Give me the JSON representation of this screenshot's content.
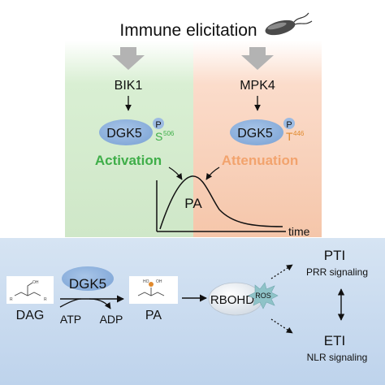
{
  "top": {
    "title": "Immune elicitation",
    "left": {
      "kinase": "BIK1",
      "enzyme": "DGK5",
      "phospho": "P",
      "site_letter": "S",
      "site_number": "506",
      "outcome": "Activation"
    },
    "right": {
      "kinase": "MPK4",
      "enzyme": "DGK5",
      "phospho": "P",
      "site_letter": "T",
      "site_number": "446",
      "outcome": "Attenuation"
    },
    "curve_label": "PA",
    "time_label": "time"
  },
  "bottom": {
    "dag_label": "DAG",
    "enzyme": "DGK5",
    "atp": "ATP",
    "adp": "ADP",
    "pa_label": "PA",
    "rbohd": "RBOHD",
    "ros": "ROS",
    "pti": "PTI",
    "pti_sub": "PRR signaling",
    "eti": "ETI",
    "eti_sub": "NLR signaling"
  },
  "colors": {
    "green_panel": "#cfe8c8",
    "orange_panel": "#f6c9ad",
    "blue_panel": "#c9dbee",
    "dgk5_fill": "#8fb2dc",
    "activation": "#3fae49",
    "attenuation": "#f2a36d",
    "ros_fill": "#8fc3c8",
    "phospho_orange": "#e08a2e"
  }
}
